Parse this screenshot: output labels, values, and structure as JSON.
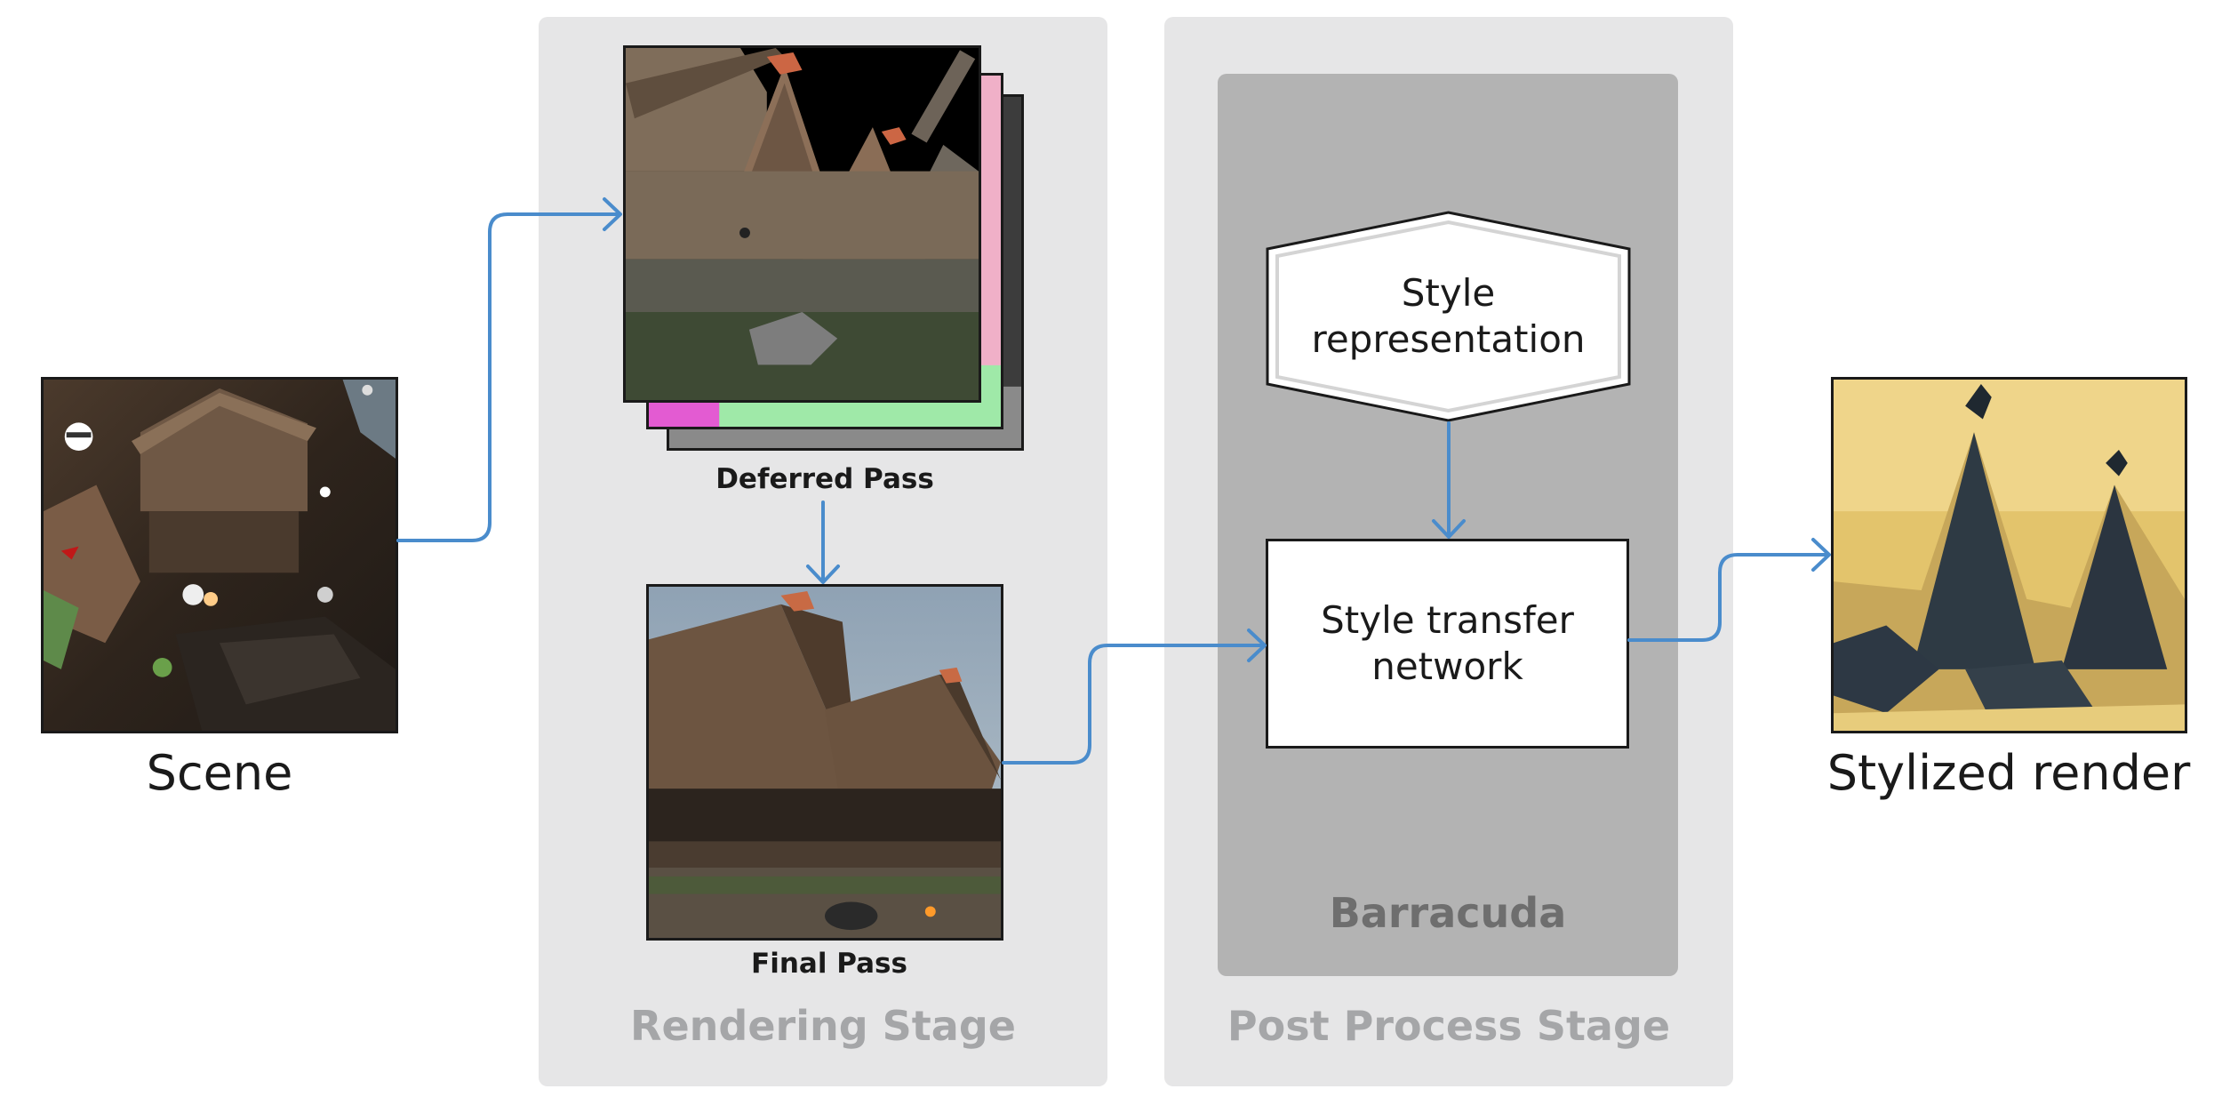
{
  "stages": {
    "rendering": {
      "title": "Rendering Stage"
    },
    "post_process": {
      "title": "Post Process Stage"
    },
    "barracuda": {
      "title": "Barracuda"
    }
  },
  "nodes": {
    "scene": {
      "label": "Scene"
    },
    "deferred_pass": {
      "label": "Deferred Pass"
    },
    "final_pass": {
      "label": "Final Pass"
    },
    "style_representation": {
      "line1": "Style",
      "line2": "representation"
    },
    "style_transfer_network": {
      "line1": "Style transfer",
      "line2": "network"
    },
    "stylized_render": {
      "label": "Stylized render"
    }
  },
  "colors": {
    "arrow": "#4a8ccc",
    "stage_panel": "#e6e6e7",
    "barracuda_panel": "#b3b3b3"
  }
}
